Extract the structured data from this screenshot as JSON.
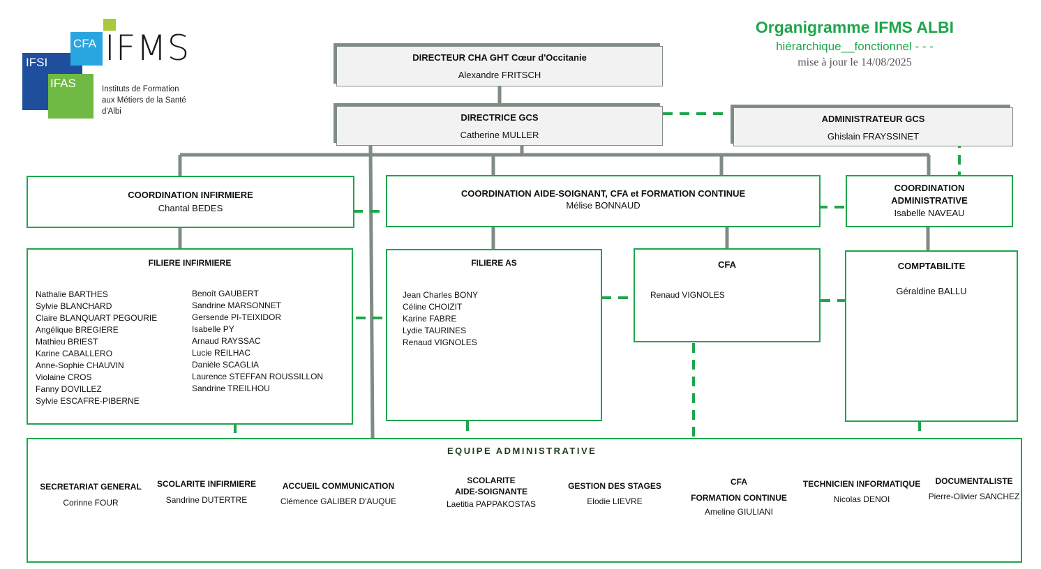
{
  "logo": {
    "main": "IFMS",
    "badges": [
      "IFSI",
      "CFA",
      "IFAS"
    ],
    "subtitle_lines": [
      "Instituts de Formation",
      "aux Métiers de la Santé",
      "d'Albi"
    ],
    "colors": {
      "ifsi": "#1f4e9c",
      "cfa": "#29a6df",
      "ifas": "#6fba44",
      "accent": "#a7c93a"
    }
  },
  "header": {
    "title": "Organigramme IFMS ALBI",
    "legend": "hiérarchique__fonctionnel - - -",
    "updated": "mise à jour le 14/08/2025"
  },
  "directeur": {
    "title": "DIRECTEUR CHA GHT Cœur d'Occitanie",
    "name": "Alexandre  FRITSCH"
  },
  "directrice": {
    "title": "DIRECTRICE GCS",
    "name": "Catherine MULLER"
  },
  "administrateur": {
    "title": "ADMINISTRATEUR GCS",
    "name": "Ghislain FRAYSSINET"
  },
  "coord_inf": {
    "title": "COORDINATION INFIRMIERE",
    "name": "Chantal BEDES"
  },
  "coord_as": {
    "title": "COORDINATION AIDE-SOIGNANT, CFA et FORMATION CONTINUE",
    "name": "Mélise BONNAUD"
  },
  "coord_admin": {
    "title_l1": "COORDINATION",
    "title_l2": "ADMINISTRATIVE",
    "name": "Isabelle NAVEAU"
  },
  "filiere_inf": {
    "title": "FILIERE INFIRMIERE",
    "col1": [
      "Nathalie BARTHES",
      "Sylvie BLANCHARD",
      "Claire BLANQUART PEGOURIE",
      "Angélique BREGIERE",
      "Mathieu BRIEST",
      "Karine CABALLERO",
      "Anne-Sophie CHAUVIN",
      "Violaine CROS",
      "Fanny DOVILLEZ",
      "Sylvie ESCAFRE-PIBERNE"
    ],
    "col2": [
      "Benoît GAUBERT",
      "Sandrine MARSONNET",
      "Gersende PI-TEIXIDOR",
      "Isabelle PY",
      "Arnaud RAYSSAC",
      "Lucie REILHAC",
      "Danièle SCAGLIA",
      "Laurence STEFFAN ROUSSILLON",
      "Sandrine TREILHOU"
    ]
  },
  "filiere_as": {
    "title": "FILIERE AS",
    "names": [
      "Jean Charles BONY",
      "Céline CHOIZIT",
      "Karine FABRE",
      "Lydie TAURINES",
      "Renaud VIGNOLES"
    ]
  },
  "cfa": {
    "title": "CFA",
    "name": "Renaud VIGNOLES"
  },
  "compta": {
    "title": "COMPTABILITE",
    "name": "Géraldine BALLU"
  },
  "equipe": {
    "title": "EQUIPE ADMINISTRATIVE",
    "services": [
      {
        "h1": "SECRETARIAT GENERAL",
        "h2": "",
        "name": "Corinne FOUR"
      },
      {
        "h1": "SCOLARITE INFIRMIERE",
        "h2": "",
        "name": "Sandrine DUTERTRE"
      },
      {
        "h1": "ACCUEIL COMMUNICATION",
        "h2": "",
        "name": "Clémence GALIBER D'AUQUE"
      },
      {
        "h1": "SCOLARITE",
        "h2": "AIDE-SOIGNANTE",
        "name": "Laetitia PAPPAKOSTAS"
      },
      {
        "h1": "GESTION DES STAGES",
        "h2": "",
        "name": "Elodie LIEVRE"
      },
      {
        "h1": "CFA",
        "h2": "FORMATION CONTINUE",
        "name": "Ameline GIULIANI"
      },
      {
        "h1": "TECHNICIEN INFORMATIQUE",
        "h2": "",
        "name": "Nicolas DENOI"
      },
      {
        "h1": "DOCUMENTALISTE",
        "h2": "",
        "name": "Pierre-Olivier SANCHEZ"
      }
    ]
  },
  "colors": {
    "hierarchical_line": "#7f8c84",
    "functional_line": "#1ea64b",
    "box_border": "#1ea64b"
  }
}
